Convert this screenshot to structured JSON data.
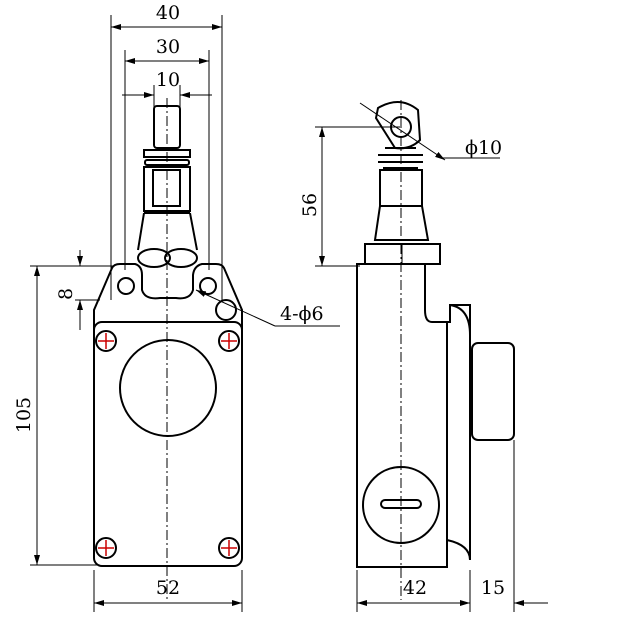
{
  "dimensions": {
    "width_outer": "40",
    "width_mid": "30",
    "width_shaft": "10",
    "eye_diameter": "ϕ10",
    "height_shaft": "56",
    "flange_height": "8",
    "mount_holes": "4-ϕ6",
    "body_height": "105",
    "body_width": "52",
    "side_depth": "42",
    "box_depth": "15"
  }
}
